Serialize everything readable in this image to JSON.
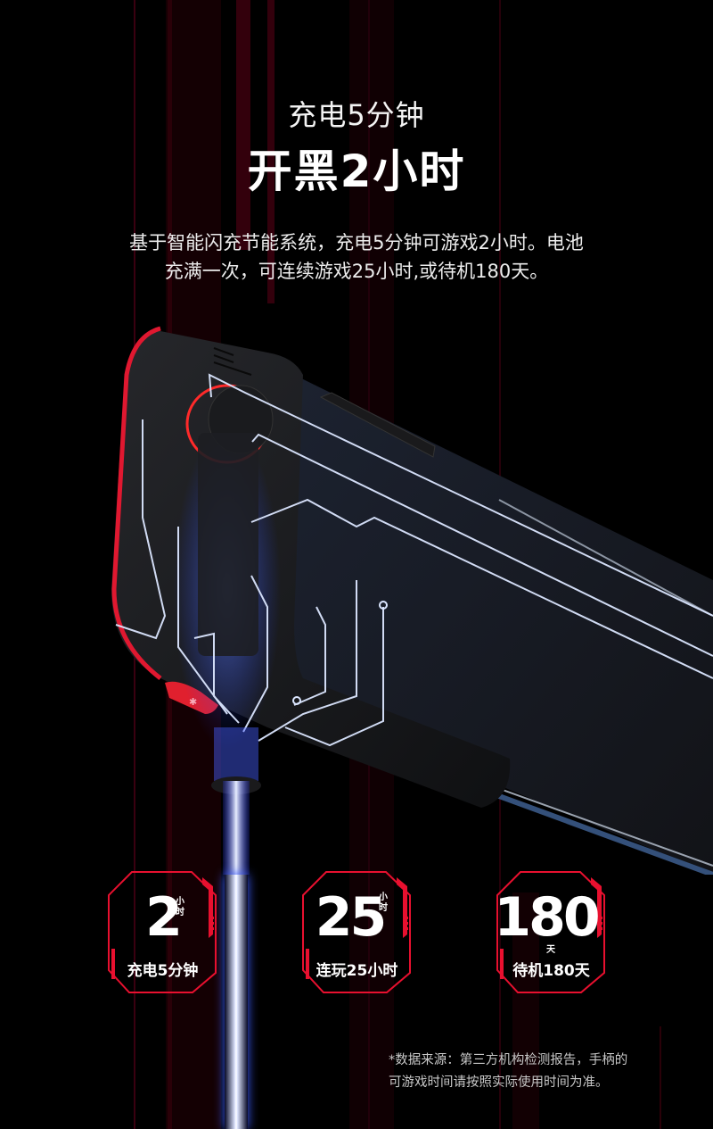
{
  "headline": {
    "subtitle": "充电5分钟",
    "title": "开黑2小时"
  },
  "description": {
    "line1": "基于智能闪充节能系统，充电5分钟可游戏2小时。电池",
    "line2": "充满一次，可连续游戏25小时,或待机180天。"
  },
  "product_image": {
    "alt": "gamepad-controller-attached-to-phone-with-glowing-charging-cable",
    "bluetooth_button_icon": "bluetooth-icon"
  },
  "stats": [
    {
      "value": "2",
      "unit": "小时",
      "label": "充电5分钟"
    },
    {
      "value": "25",
      "unit": "小时",
      "label": "连玩25小时"
    },
    {
      "value": "180",
      "unit": "天",
      "label": "待机180天"
    }
  ],
  "footnote": {
    "line1": "*数据来源：第三方机构检测报告，手柄的",
    "line2": " 可游戏时间请按照实际使用时间为准。"
  },
  "colors": {
    "background": "#000000",
    "accent_red": "#e8102f",
    "glow_blue": "#4a7bff",
    "circuit_line": "#cfe0ff"
  }
}
